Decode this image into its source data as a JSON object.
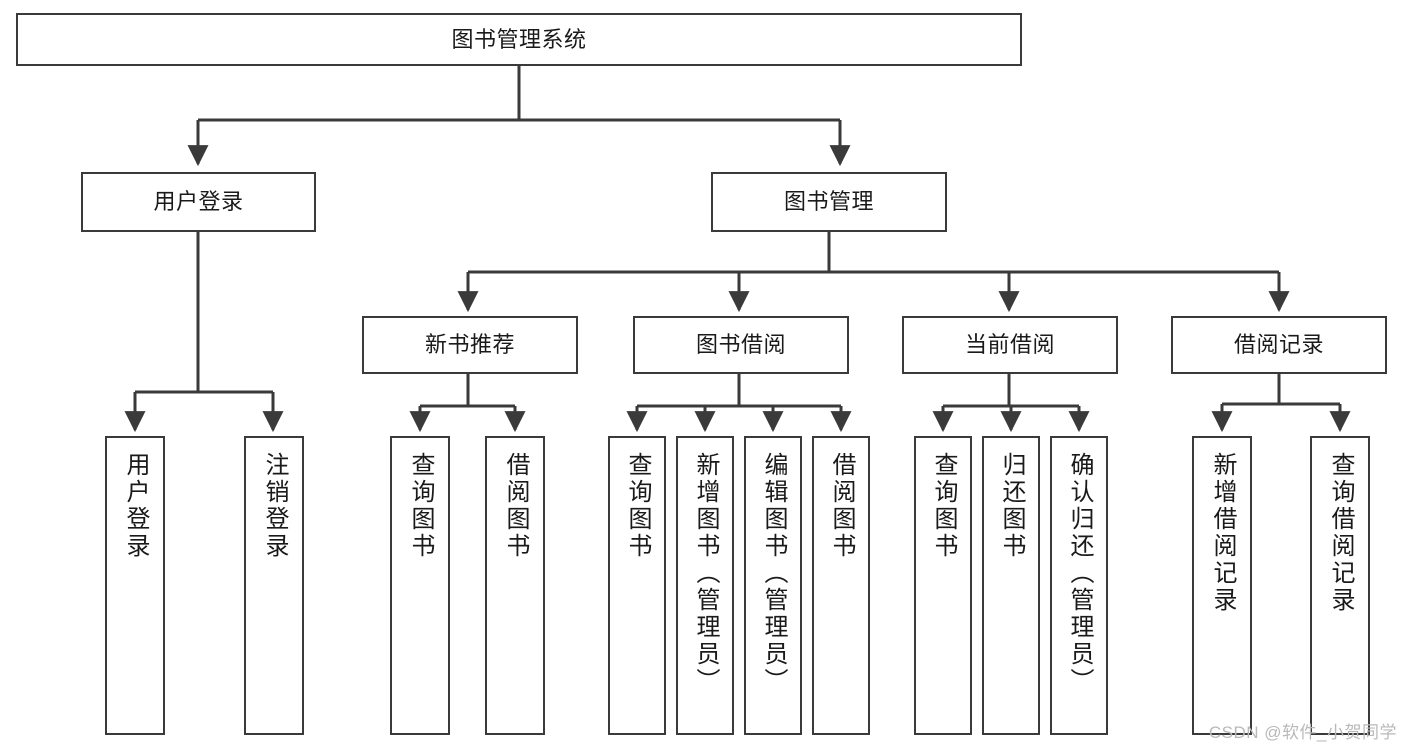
{
  "diagram": {
    "title": "图书管理系统",
    "watermark": "CSDN @软件_小贺同学",
    "colors": {
      "box_border": "#3a3a3a",
      "edge": "#3a3a3a",
      "background": "#ffffff",
      "text": "#1a1a1a",
      "watermark": "#b9b9b9"
    },
    "root": {
      "label": "图书管理系统"
    },
    "level2": [
      {
        "label": "用户登录"
      },
      {
        "label": "图书管理"
      }
    ],
    "level3": [
      {
        "label": "新书推荐"
      },
      {
        "label": "图书借阅"
      },
      {
        "label": "当前借阅"
      },
      {
        "label": "借阅记录"
      }
    ],
    "leaves": {
      "user_login": [
        {
          "label": "用户登录"
        },
        {
          "label": "注销登录"
        }
      ],
      "new_book_recommend": [
        {
          "label": "查询图书"
        },
        {
          "label": "借阅图书"
        }
      ],
      "book_borrow": [
        {
          "label": "查询图书"
        },
        {
          "label": "新增图书（管理员）"
        },
        {
          "label": "编辑图书（管理员）"
        },
        {
          "label": "借阅图书"
        }
      ],
      "current_borrow": [
        {
          "label": "查询图书"
        },
        {
          "label": "归还图书"
        },
        {
          "label": "确认归还（管理员）"
        }
      ],
      "borrow_record": [
        {
          "label": "新增借阅记录"
        },
        {
          "label": "查询借阅记录"
        }
      ]
    }
  }
}
